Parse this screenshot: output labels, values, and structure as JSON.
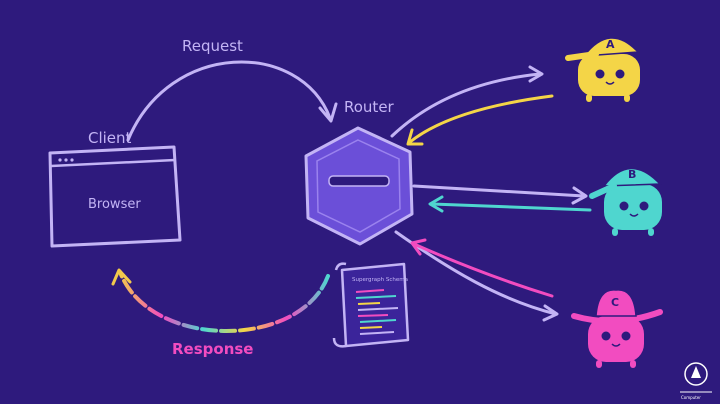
{
  "labels": {
    "request": "Request",
    "router": "Router",
    "client": "Client",
    "browser": "Browser",
    "response": "Response",
    "schema": "Supergraph Schema"
  },
  "subgraphs": [
    {
      "letter": "A",
      "color": "#f4d547"
    },
    {
      "letter": "B",
      "color": "#4fd6cf"
    },
    {
      "letter": "C",
      "color": "#f24cc0"
    }
  ],
  "colors": {
    "background": "#2e1a7d",
    "line": "#c3b4f5",
    "router": "#6b4fd8",
    "yellow": "#f4d547",
    "teal": "#4fd6cf",
    "pink": "#f24cc0"
  },
  "logo": {
    "text": "Computer"
  }
}
